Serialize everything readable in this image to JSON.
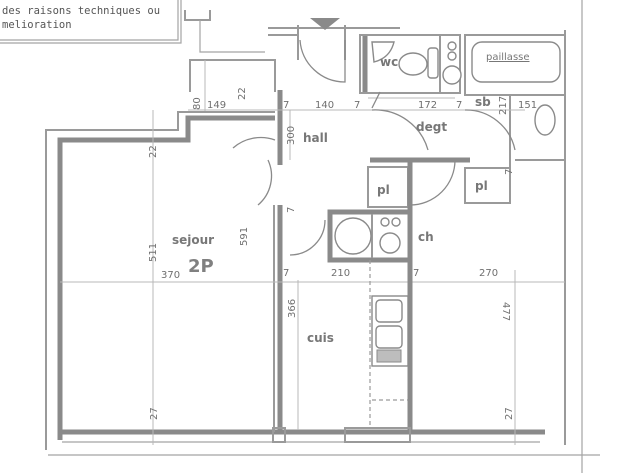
{
  "note": {
    "line1": "des raisons techniques ou",
    "line2": "melioration"
  },
  "rooms": {
    "sejour": "sejour",
    "sejour_type": "2P",
    "hall": "hall",
    "degt": "degt",
    "wc": "wc",
    "sb": "sb",
    "paillasse": "paillasse",
    "pl_1": "pl",
    "pl_2": "pl",
    "ch": "ch",
    "cuis": "cuis"
  },
  "dimensions": {
    "d80": "80",
    "d149": "149",
    "d22_top": "22",
    "d7_a": "7",
    "d140": "140",
    "d7_b": "7",
    "d172": "172",
    "d7_c": "7",
    "d217": "217",
    "d151": "151",
    "d300": "300",
    "d22_left": "22",
    "d7_hall": "7",
    "d511": "511",
    "d591": "591",
    "d370": "370",
    "d7_d": "7",
    "d210": "210",
    "d7_e": "7",
    "d270": "270",
    "d366": "366",
    "d477": "477",
    "d27_left": "27",
    "d27_right": "27",
    "d7_right": "7"
  },
  "colors": {
    "wall": "#8a8a8a",
    "text": "#777777",
    "background": "#ffffff"
  }
}
